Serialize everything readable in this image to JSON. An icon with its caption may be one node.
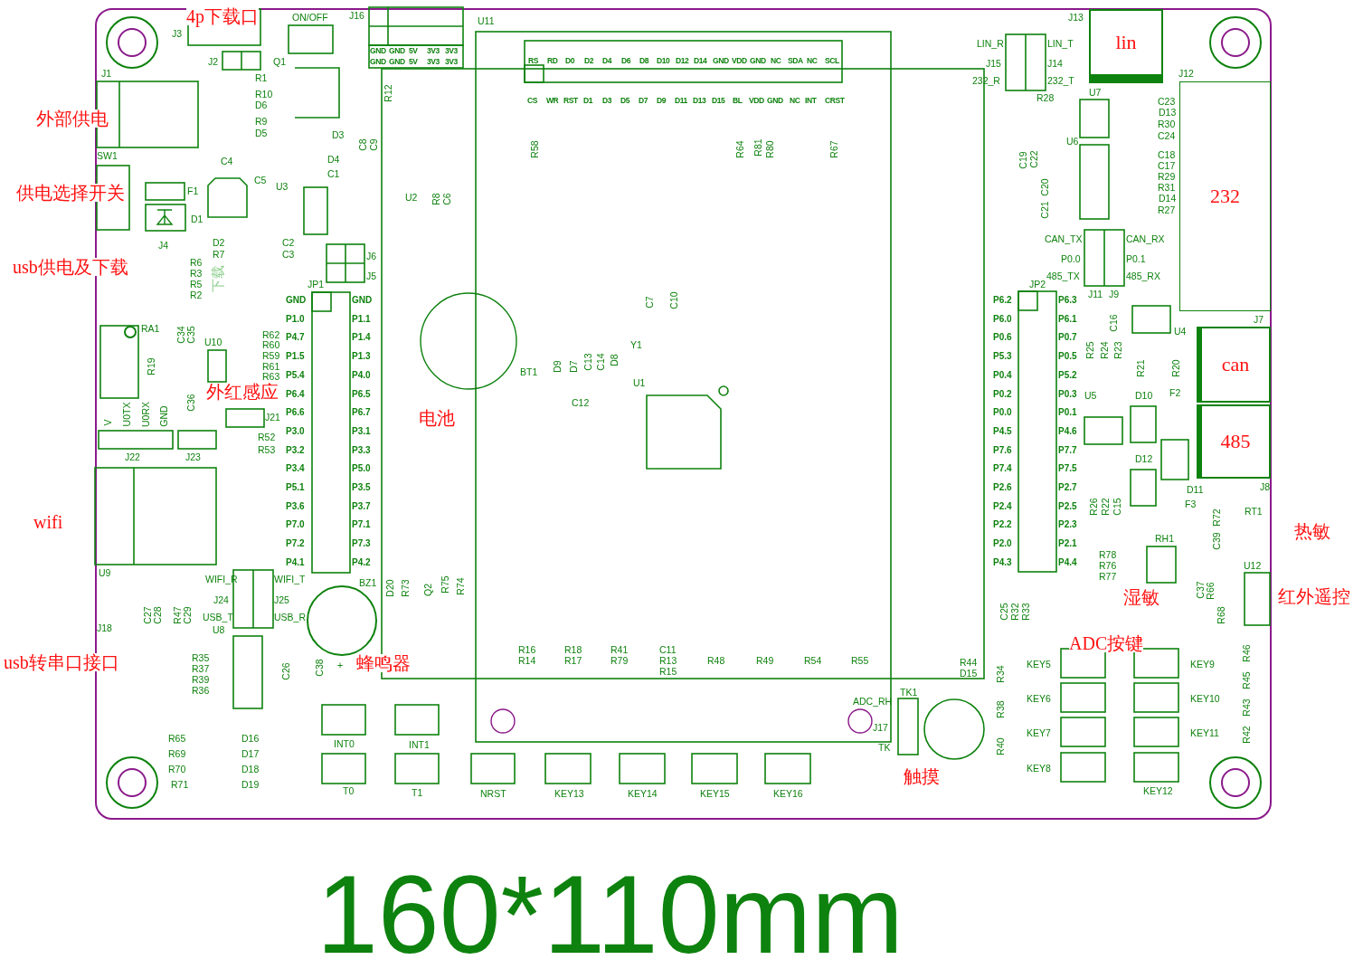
{
  "diagram": {
    "caption": "160*110mm",
    "nodes": [
      {
        "text": [
          "lin"
        ]
      },
      {
        "text": [
          "232"
        ]
      },
      {
        "text": [
          "can"
        ]
      },
      {
        "text": [
          "485"
        ]
      }
    ],
    "labels": [
      "4p下载口",
      "J3",
      "ON/OFF",
      "J16",
      "GND",
      "GND",
      "5V",
      "3V3",
      "3V3",
      "GND",
      "GND",
      "5V",
      "3V3",
      "3V3",
      "U11",
      "J2",
      "Q1",
      "J1",
      "R1",
      "R10",
      "D6",
      "R9",
      "D5",
      "R12",
      "外部供电",
      "D3",
      "C8",
      "C9",
      "SW1",
      "C4",
      "D4",
      "C1",
      "C5",
      "U3",
      "F1",
      "供电选择开关",
      "D1",
      "U2",
      "R8",
      "C6",
      "J4",
      "D2",
      "R7",
      "C2",
      "C3",
      "J6",
      "J5",
      "usb供电及下载",
      "下载",
      "R6",
      "R3",
      "R5",
      "R2",
      "JP1",
      "GND",
      "GND",
      "P1.0",
      "P1.1",
      "P4.7",
      "P1.4",
      "P1.5",
      "P1.3",
      "P5.4",
      "P4.0",
      "P6.4",
      "P6.5",
      "P6.6",
      "P6.7",
      "P3.0",
      "P3.1",
      "P3.2",
      "P3.3",
      "P3.4",
      "P5.0",
      "P5.1",
      "P3.5",
      "P3.6",
      "P3.7",
      "P7.0",
      "P7.1",
      "P7.2",
      "P7.3",
      "P4.1",
      "P4.2",
      "RA1",
      "C34",
      "C35",
      "U10",
      "R62",
      "R60",
      "R59",
      "R61",
      "R63",
      "R19",
      "外红感应",
      "C36",
      "J21",
      "V",
      "U0TX",
      "U0RX",
      "GND",
      "R52",
      "R53",
      "J22",
      "J23",
      "wifi",
      "U9",
      "WIFI_R",
      "WIFI_T",
      "J24",
      "J25",
      "USB_T",
      "USB_R",
      "U8",
      "C27",
      "C28",
      "R47",
      "C29",
      "BZ1",
      "D20",
      "R73",
      "Q2",
      "R75",
      "R74",
      "J18",
      "usb转串口接口",
      "R35",
      "R37",
      "R39",
      "R36",
      "C26",
      "C38",
      "+",
      "蜂鸣器",
      "R16",
      "R14",
      "R18",
      "R17",
      "R41",
      "R79",
      "C11",
      "R13",
      "R15",
      "R48",
      "R49",
      "R54",
      "R55",
      "R44",
      "D15",
      "ADC_RH",
      "J17",
      "TK",
      "TK1",
      "触摸",
      "INT0",
      "INT1",
      "T0",
      "T1",
      "NRST",
      "KEY13",
      "KEY14",
      "KEY15",
      "KEY16",
      "R65",
      "D16",
      "R69",
      "D17",
      "R70",
      "D18",
      "R71",
      "D19",
      "RS",
      "RD",
      "D0",
      "D2",
      "D4",
      "D6",
      "D8",
      "D10",
      "D12",
      "D14",
      "GND",
      "VDD",
      "GND",
      "NC",
      "SDA",
      "NC",
      "SCL",
      "CS",
      "WR",
      "RST",
      "D1",
      "D3",
      "D5",
      "D7",
      "D9",
      "D11",
      "D13",
      "D15",
      "BL",
      "VDD",
      "GND",
      "NC",
      "INT",
      "CRST",
      "R58",
      "R64",
      "R81",
      "R80",
      "R67",
      "C7",
      "C10",
      "Y1",
      "D9",
      "D7",
      "C13",
      "C14",
      "D8",
      "BT1",
      "电池",
      "U1",
      "C12",
      "J13",
      "LIN_R",
      "LIN_T",
      "J15",
      "J14",
      "232_R",
      "232_T",
      "R28",
      "U7",
      "J12",
      "C23",
      "D13",
      "R30",
      "C24",
      "U6",
      "C19",
      "C22",
      "C20",
      "C21",
      "C18",
      "C17",
      "R29",
      "R31",
      "D14",
      "R27",
      "CAN_TX",
      "CAN_RX",
      "P0.0",
      "P0.1",
      "485_TX",
      "485_RX",
      "JP2",
      "J11",
      "J9",
      "P6.2",
      "P6.3",
      "P6.0",
      "P6.1",
      "P0.6",
      "P0.7",
      "P5.3",
      "P0.5",
      "P0.4",
      "P5.2",
      "P0.2",
      "P0.3",
      "P0.0",
      "P0.1",
      "P4.5",
      "P4.6",
      "P7.6",
      "P7.7",
      "P7.4",
      "P7.5",
      "P2.6",
      "P2.7",
      "P2.4",
      "P2.5",
      "P2.2",
      "P2.3",
      "P2.0",
      "P2.1",
      "P4.3",
      "P4.4",
      "J7",
      "C16",
      "U4",
      "R25",
      "R24",
      "R23",
      "R21",
      "R20",
      "U5",
      "D10",
      "F2",
      "D12",
      "D11",
      "J8",
      "F3",
      "R26",
      "R22",
      "C15",
      "RT1",
      "R72",
      "C39",
      "热敏",
      "RH1",
      "R78",
      "R76",
      "R77",
      "U12",
      "C37",
      "R66",
      "R68",
      "湿敏",
      "红外遥控",
      "C25",
      "R32",
      "R33",
      "ADC按键",
      "KEY5",
      "KEY6",
      "KEY7",
      "KEY8",
      "KEY9",
      "KEY10",
      "KEY11",
      "KEY12",
      "R34",
      "R38",
      "R40",
      "R46",
      "R45",
      "R43",
      "R42"
    ]
  }
}
